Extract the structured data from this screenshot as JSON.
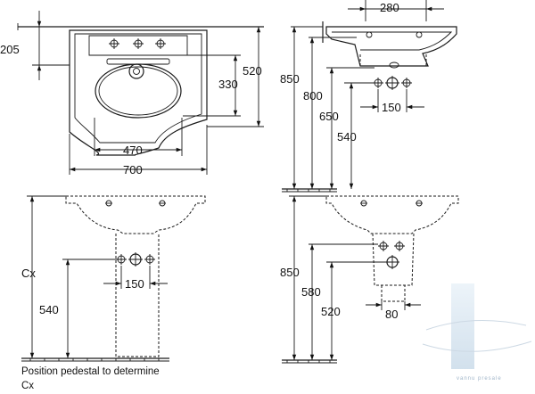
{
  "top_view": {
    "height_205": "205",
    "depth_330": "330",
    "depth_520": "520",
    "bowl_470": "470",
    "width_700": "700"
  },
  "side_view": {
    "width_280": "280",
    "height_850": "850",
    "height_800": "800",
    "height_650": "650",
    "height_540": "540",
    "tap_150": "150"
  },
  "front_pedestal": {
    "cx": "Cx",
    "height_540": "540",
    "tap_150": "150"
  },
  "side_pedestal": {
    "height_850": "850",
    "height_580": "580",
    "height_520": "520",
    "width_80": "80"
  },
  "caption": {
    "line1": "Position pedestal to determine",
    "line2": "Cx"
  },
  "watermark": {
    "text": "vannu presale"
  },
  "colors": {
    "line": "#1a1a1a",
    "watermark": "#9fb4c8"
  }
}
